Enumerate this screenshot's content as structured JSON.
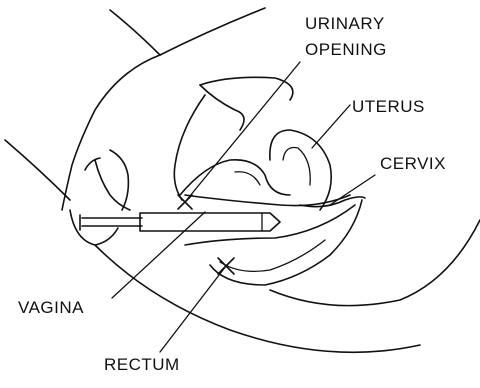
{
  "labels": {
    "urinary_opening_line1": "URINARY",
    "urinary_opening_line2": "OPENING",
    "uterus": "UTERUS",
    "cervix": "CERVIX",
    "vagina": "VAGINA",
    "rectum": "RECTUM"
  },
  "colors": {
    "ink": "#111111",
    "background": "#ffffff"
  }
}
